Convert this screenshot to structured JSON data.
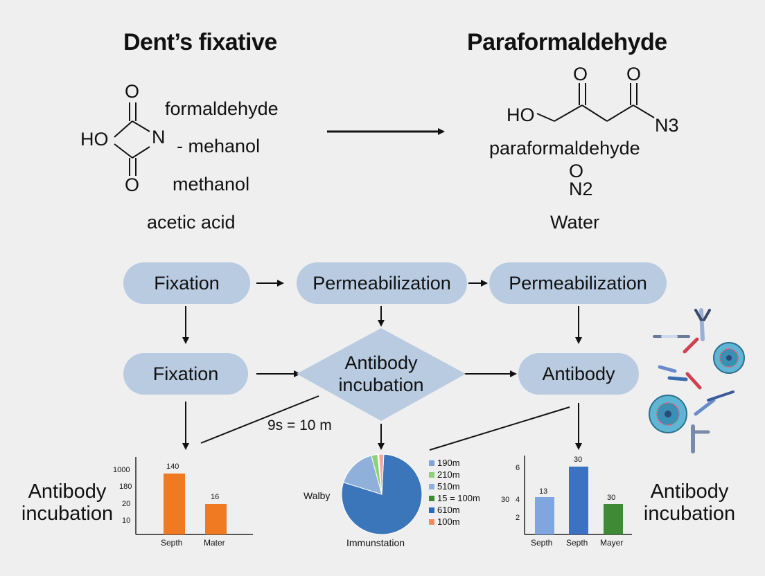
{
  "headers": {
    "left_title": "Dent’s fixative",
    "right_title": "Paraformaldehyde"
  },
  "left_structure": {
    "o_top": "O",
    "ho": "HO",
    "n": "N",
    "o_bottom": "O",
    "items": [
      "formaldehyde",
      "- mehanol",
      "methanol",
      "acetic acid"
    ]
  },
  "right_structure": {
    "o1": "O",
    "o2": "O",
    "ho": "HO",
    "n3": "N3",
    "name": "paraformaldehyde",
    "o_small": "O",
    "n2": "N2",
    "water": "Water"
  },
  "flow": {
    "row1": [
      "Fixation",
      "Permeabilization",
      "Permeabilization"
    ],
    "row2_left": "Fixation",
    "diamond": "Antibody incubation",
    "row2_right": "Antibody",
    "time_label": "9s = 10 m",
    "left_side_label": "Antibody incubation",
    "right_side_label": "Antibody incubation"
  },
  "chart_data": [
    {
      "type": "bar",
      "categories": [
        "Septh",
        "Mater"
      ],
      "values": [
        140,
        16
      ],
      "data_labels": [
        "140",
        "16"
      ],
      "y_ticks": [
        "1000",
        "180",
        "20",
        "10"
      ],
      "colors": [
        "#ef7a22",
        "#ef7a22"
      ]
    },
    {
      "type": "pie",
      "ylabel": "Walby",
      "xlabel": "Immunstation",
      "legend": [
        "190m",
        "210m",
        "510m",
        "15 = 100m",
        "610m",
        "100m"
      ],
      "legend_colors": [
        "#7fa3d6",
        "#8fcf7a",
        "#8fb0db",
        "#3d8a30",
        "#2e6db4",
        "#f08a60"
      ],
      "values": [
        79,
        16,
        2.5,
        0.5,
        2
      ]
    },
    {
      "type": "bar",
      "categories": [
        "Septh",
        "Septh",
        "Mayer"
      ],
      "values": [
        13,
        30,
        30
      ],
      "data_labels": [
        "13",
        "30",
        "30"
      ],
      "y_ticks": [
        "6",
        "4",
        "2"
      ],
      "y_extra": "30",
      "colors": [
        "#7fa6de",
        "#3b73c2",
        "#3e8a35"
      ]
    }
  ],
  "colors": {
    "node_fill": "#b8cbe0",
    "background": "#efefef"
  }
}
